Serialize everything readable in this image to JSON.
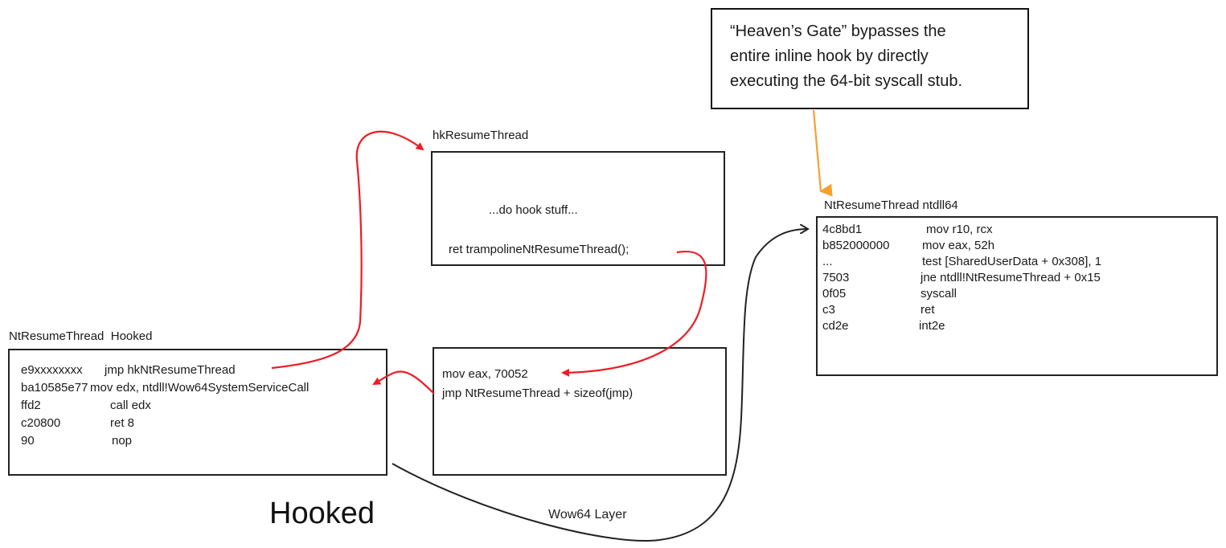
{
  "callout": {
    "lines": [
      "“Heaven’s Gate” bypasses the",
      "entire inline hook by directly",
      "executing the 64-bit syscall stub."
    ]
  },
  "hook_function": {
    "title": "hkResumeThread",
    "body_text": "...do hook stuff...",
    "return_line": "ret trampolineNtResumeThread();"
  },
  "ntdll64": {
    "title": "NtResumeThread ntdll64",
    "rows": [
      {
        "bytes": "4c8bd1",
        "instr": "mov r10, rcx"
      },
      {
        "bytes": "b852000000",
        "instr": "mov eax, 52h"
      },
      {
        "bytes": "...",
        "instr": "test [SharedUserData + 0x308], 1"
      },
      {
        "bytes": "7503",
        "instr": "jne ntdll!NtResumeThread + 0x15"
      },
      {
        "bytes": "0f05",
        "instr": "syscall"
      },
      {
        "bytes": "c3",
        "instr": "ret"
      },
      {
        "bytes": "cd2e",
        "instr": "int2e"
      }
    ]
  },
  "hooked_function": {
    "title": "NtResumeThread",
    "title_suffix": "Hooked",
    "rows": [
      {
        "bytes": "e9xxxxxxxx",
        "instr": "jmp hkNtResumeThread"
      },
      {
        "bytes": "ba10585e77",
        "instr": "mov edx, ntdll!Wow64SystemServiceCall"
      },
      {
        "bytes": "ffd2",
        "instr": "call edx"
      },
      {
        "bytes": "c20800",
        "instr": "ret 8"
      },
      {
        "bytes": "90",
        "instr": "nop"
      }
    ]
  },
  "trampoline": {
    "lines": [
      "mov eax, 70052",
      "jmp NtResumeThread + sizeof(jmp)"
    ]
  },
  "captions": {
    "hooked": "Hooked",
    "wow64_layer": "Wow64 Layer"
  },
  "colors": {
    "hook_arrow": "#ee1c25",
    "callout_arrow": "#f7a030",
    "wow64_arrow": "#222222"
  }
}
